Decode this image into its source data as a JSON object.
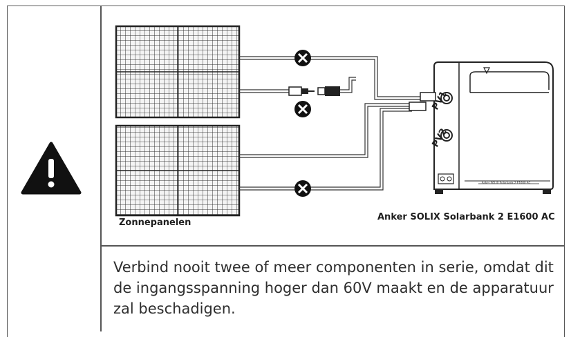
{
  "warning": {
    "icon": "warning-triangle-icon"
  },
  "diagram": {
    "panels_label": "Zonnepanelen",
    "device_label": "Anker SOLIX Solarbank 2 E1600 AC",
    "device_model_text": "Anker SOLIX Solarbank 2 E1600 AC",
    "port_labels": [
      "PV1",
      "PV2"
    ],
    "forbidden_marks": 3
  },
  "caption": {
    "text": "Verbind nooit twee of meer componenten in serie, omdat dit de ingangsspanning hoger dan 60V maakt en de apparatuur zal beschadigen."
  }
}
